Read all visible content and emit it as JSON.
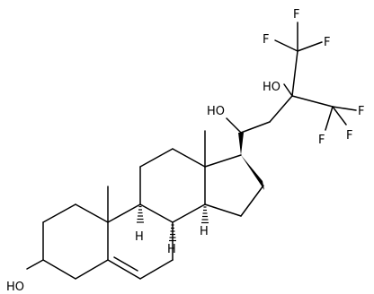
{
  "atom_labels": {
    "ho_3": "HO",
    "h_9": "H",
    "h_8": "H",
    "h_14": "H",
    "oh_22": "HO",
    "oh_24": "HO",
    "f_top_left": "F",
    "f_top_mid": "F",
    "f_top_right": "F",
    "f_right": "F",
    "f_right_low": "F",
    "f_low": "F"
  },
  "colors": {
    "stroke": "#000000",
    "background": "#ffffff"
  }
}
